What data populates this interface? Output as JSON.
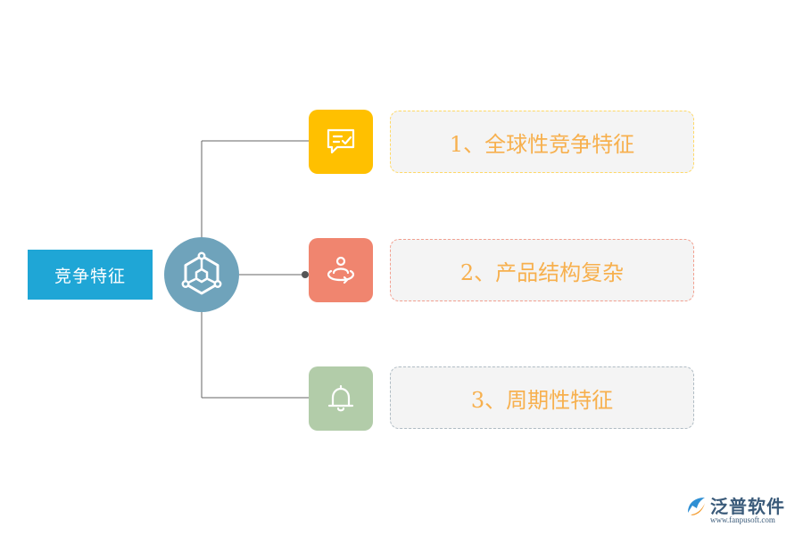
{
  "root": {
    "label": "竞争特征",
    "color": "#1fa6d6"
  },
  "hub": {
    "icon": "hexagon-network-icon",
    "color": "#6fa3bb"
  },
  "items": [
    {
      "label": "1、全球性竞争特征",
      "icon": "message-check-icon",
      "icon_color": "#ffc000",
      "text_color": "#f7b04e",
      "border_color": "#ffd966"
    },
    {
      "label": "2、产品结构复杂",
      "icon": "person-orbit-icon",
      "icon_color": "#f0856f",
      "text_color": "#f7b04e",
      "border_color": "#f2a090"
    },
    {
      "label": "3、周期性特征",
      "icon": "bell-icon",
      "icon_color": "#b2cca9",
      "text_color": "#f7b04e",
      "border_color": "#b0bcc4"
    }
  ],
  "watermark": {
    "name": "泛普软件",
    "url": "www.fanpusoft.com",
    "icon": "fanpu-logo-icon"
  }
}
